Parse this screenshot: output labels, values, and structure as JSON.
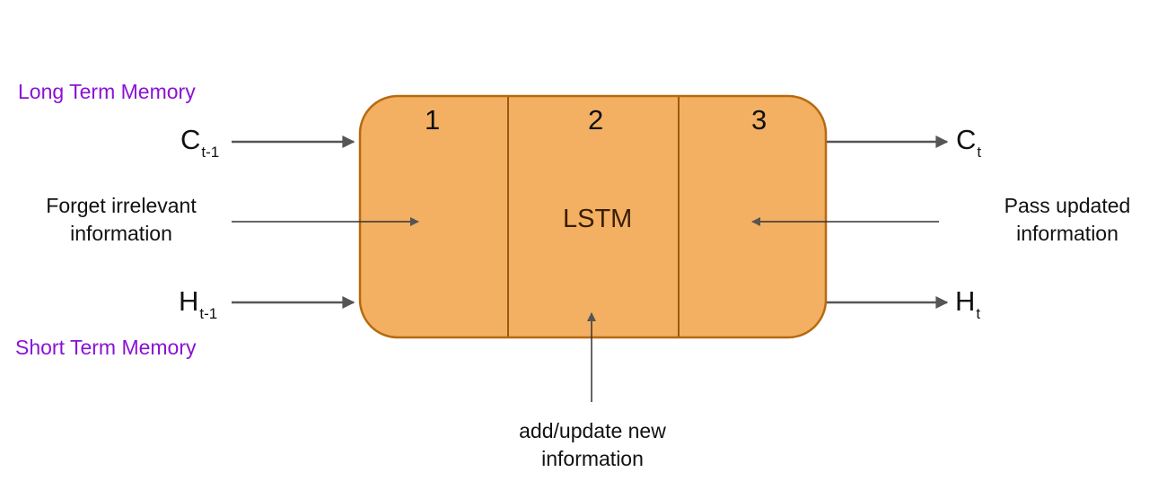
{
  "labels": {
    "long_term": "Long Term Memory",
    "short_term": "Short Term Memory",
    "forget": [
      "Forget irrelevant",
      "information"
    ],
    "pass": [
      "Pass updated",
      "information"
    ],
    "add": [
      "add/update new",
      "information"
    ]
  },
  "variables": {
    "c_prev": {
      "base": "C",
      "sub": "t-1"
    },
    "h_prev": {
      "base": "H",
      "sub": "t-1"
    },
    "c_next": {
      "base": "C",
      "sub": "t"
    },
    "h_next": {
      "base": "H",
      "sub": "t"
    }
  },
  "box": {
    "title": "LSTM",
    "sections": [
      "1",
      "2",
      "3"
    ],
    "fill_color": "#f3b062",
    "border_color": "#b8690f"
  },
  "colors": {
    "memory_label": "#8a12d6",
    "arrow": "#555555"
  }
}
